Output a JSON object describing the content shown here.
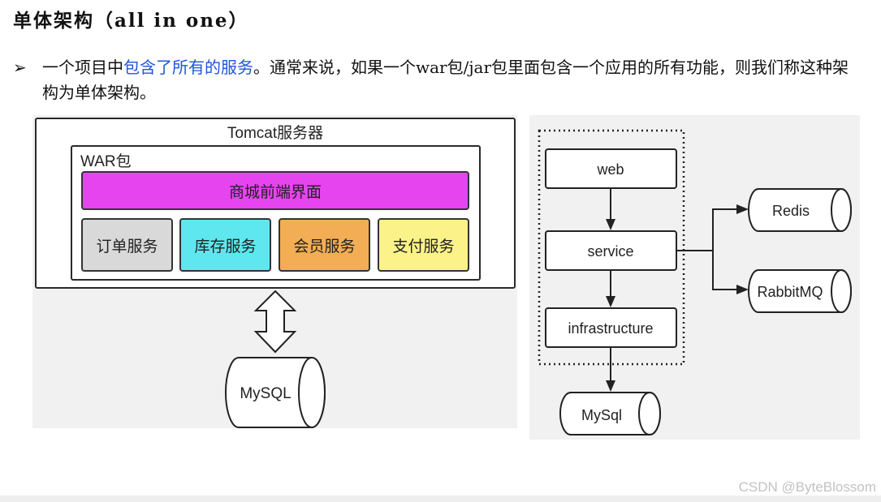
{
  "heading": "单体架构（all in one）",
  "bullet": {
    "mark": "➢",
    "pre": "一个项目中",
    "highlight": "包含了所有的服务",
    "post": "。通常来说，如果一个war包/jar包里面包含一个应用的所有功能，则我们称这种架构为单体架构。"
  },
  "left_diagram": {
    "server_title": "Tomcat服务器",
    "war_title": "WAR包",
    "frontend": "商城前端界面",
    "services": [
      {
        "label": "订单服务",
        "color": "#d9d9d9"
      },
      {
        "label": "库存服务",
        "color": "#5ee7ee"
      },
      {
        "label": "会员服务",
        "color": "#f2ad55"
      },
      {
        "label": "支付服务",
        "color": "#fbf28a"
      }
    ],
    "frontend_color": "#e644ef",
    "database": "MySQL"
  },
  "right_diagram": {
    "layers": [
      "web",
      "service",
      "infrastructure"
    ],
    "caches": [
      "Redis",
      "RabbitMQ"
    ],
    "database": "MySql"
  },
  "watermark": "CSDN @ByteBlossom"
}
